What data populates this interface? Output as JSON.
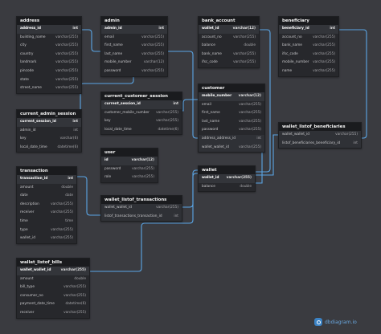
{
  "tables": [
    {
      "id": "address",
      "name": "address",
      "fields": [
        {
          "name": "address_id",
          "type": "int",
          "pk": true
        },
        {
          "name": "building_name",
          "type": "varchar(255)"
        },
        {
          "name": "city",
          "type": "varchar(255)"
        },
        {
          "name": "country",
          "type": "varchar(255)"
        },
        {
          "name": "landmark",
          "type": "varchar(255)"
        },
        {
          "name": "pincode",
          "type": "varchar(255)"
        },
        {
          "name": "state",
          "type": "varchar(255)"
        },
        {
          "name": "street_name",
          "type": "varchar(255)"
        }
      ]
    },
    {
      "id": "admin",
      "name": "admin",
      "fields": [
        {
          "name": "admin_id",
          "type": "int",
          "pk": true
        },
        {
          "name": "email",
          "type": "varchar(255)"
        },
        {
          "name": "first_name",
          "type": "varchar(255)"
        },
        {
          "name": "last_name",
          "type": "varchar(255)"
        },
        {
          "name": "mobile_number",
          "type": "varchar(12)"
        },
        {
          "name": "password",
          "type": "varchar(255)"
        }
      ]
    },
    {
      "id": "bank_account",
      "name": "bank_account",
      "fields": [
        {
          "name": "wallet_id",
          "type": "varchar(12)",
          "pk": true
        },
        {
          "name": "account_no",
          "type": "varchar(255)"
        },
        {
          "name": "balance",
          "type": "double"
        },
        {
          "name": "bank_name",
          "type": "varchar(255)"
        },
        {
          "name": "ifsc_code",
          "type": "varchar(255)"
        }
      ]
    },
    {
      "id": "beneficiary",
      "name": "beneficiary",
      "fields": [
        {
          "name": "beneficiary_id",
          "type": "int",
          "pk": true
        },
        {
          "name": "account_no",
          "type": "varchar(255)"
        },
        {
          "name": "bank_name",
          "type": "varchar(255)"
        },
        {
          "name": "ifsc_code",
          "type": "varchar(255)"
        },
        {
          "name": "mobile_number",
          "type": "varchar(255)"
        },
        {
          "name": "name",
          "type": "varchar(255)"
        }
      ]
    },
    {
      "id": "current_admin_session",
      "name": "current_admin_session",
      "fields": [
        {
          "name": "current_session_id",
          "type": "int",
          "pk": true
        },
        {
          "name": "admin_id",
          "type": "int"
        },
        {
          "name": "key",
          "type": "varchar(6)"
        },
        {
          "name": "local_date_time",
          "type": "datetime(6)"
        }
      ]
    },
    {
      "id": "current_customer_session",
      "name": "current_customer_session",
      "fields": [
        {
          "name": "current_session_id",
          "type": "int",
          "pk": true
        },
        {
          "name": "customer_mobile_number",
          "type": "varchar(255)"
        },
        {
          "name": "key",
          "type": "varchar(255)"
        },
        {
          "name": "local_date_time",
          "type": "datetime(6)"
        }
      ]
    },
    {
      "id": "customer",
      "name": "customer",
      "fields": [
        {
          "name": "mobile_number",
          "type": "varchar(12)",
          "pk": true
        },
        {
          "name": "email",
          "type": "varchar(255)"
        },
        {
          "name": "first_name",
          "type": "varchar(255)"
        },
        {
          "name": "last_name",
          "type": "varchar(255)"
        },
        {
          "name": "password",
          "type": "varchar(255)"
        },
        {
          "name": "address_address_id",
          "type": "int",
          "hl": true
        },
        {
          "name": "wallet_wallet_id",
          "type": "varchar(255)",
          "hl": true
        }
      ]
    },
    {
      "id": "wallet_listof_beneficiaries",
      "name": "wallet_listof_beneficiaries",
      "fields": [
        {
          "name": "wallet_wallet_id",
          "type": "varchar(255)",
          "hl": true
        },
        {
          "name": "listof_beneficiaries_beneficiary_id",
          "type": "int",
          "hl": true
        }
      ]
    },
    {
      "id": "user",
      "name": "user",
      "fields": [
        {
          "name": "id",
          "type": "varchar(12)",
          "pk": true
        },
        {
          "name": "password",
          "type": "varchar(255)"
        },
        {
          "name": "role",
          "type": "varchar(255)"
        }
      ]
    },
    {
      "id": "wallet",
      "name": "wallet",
      "fields": [
        {
          "name": "wallet_id",
          "type": "varchar(255)",
          "pk": true
        },
        {
          "name": "balance",
          "type": "double"
        }
      ]
    },
    {
      "id": "transaction",
      "name": "transaction",
      "fields": [
        {
          "name": "transaction_id",
          "type": "int",
          "pk": true
        },
        {
          "name": "amount",
          "type": "double"
        },
        {
          "name": "date",
          "type": "date"
        },
        {
          "name": "description",
          "type": "varchar(255)"
        },
        {
          "name": "receiver",
          "type": "varchar(255)"
        },
        {
          "name": "time",
          "type": "time"
        },
        {
          "name": "type",
          "type": "varchar(255)"
        },
        {
          "name": "wallet_id",
          "type": "varchar(255)"
        }
      ]
    },
    {
      "id": "wallet_listof_transactions",
      "name": "wallet_listof_transactions",
      "fields": [
        {
          "name": "wallet_wallet_id",
          "type": "varchar(255)",
          "hl": true
        },
        {
          "name": "listof_transactions_transaction_id",
          "type": "int",
          "hl": true
        }
      ]
    },
    {
      "id": "wallet_listof_bills",
      "name": "wallet_listof_bills",
      "fields": [
        {
          "name": "wallet_wallet_id",
          "type": "varchar(255)",
          "pk": true
        },
        {
          "name": "amount",
          "type": "double"
        },
        {
          "name": "bill_type",
          "type": "varchar(255)"
        },
        {
          "name": "consumer_no",
          "type": "varchar(255)"
        },
        {
          "name": "payment_date_time",
          "type": "datetime(6)"
        },
        {
          "name": "receiver",
          "type": "varchar(255)"
        }
      ]
    }
  ],
  "logo": {
    "text": "dbdiagram.io",
    "icon": "dbdiagram-logo-icon"
  },
  "colors": {
    "background": "#3a3b40",
    "link": "#5aa6e6",
    "header": "#1a1b1e"
  }
}
